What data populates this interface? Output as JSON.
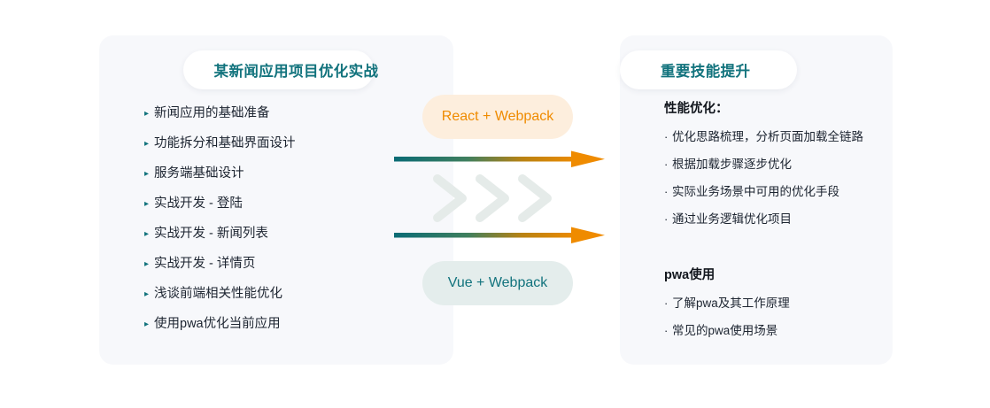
{
  "left_panel": {
    "title": "某新闻应用项目优化实战",
    "items": [
      {
        "label": "新闻应用的基础准备"
      },
      {
        "label": "功能拆分和基础界面设计"
      },
      {
        "label": "服务端基础设计"
      },
      {
        "label": "实战开发 - 登陆"
      },
      {
        "label": "实战开发 - 新闻列表"
      },
      {
        "label": "实战开发 - 详情页"
      },
      {
        "label": "浅谈前端相关性能优化"
      },
      {
        "label": "使用pwa优化当前应用"
      }
    ],
    "bullet_glyph": "▸"
  },
  "right_panel": {
    "title": "重要技能提升",
    "sections": [
      {
        "heading": "性能优化：",
        "items": [
          {
            "label": "优化思路梳理，分析页面加载全链路"
          },
          {
            "label": "根据加载步骤逐步优化"
          },
          {
            "label": "实际业务场景中可用的优化手段"
          },
          {
            "label": "通过业务逻辑优化项目"
          }
        ]
      },
      {
        "heading": "pwa使用",
        "items": [
          {
            "label": "了解pwa及其工作原理"
          },
          {
            "label": "常见的pwa使用场景"
          }
        ]
      }
    ],
    "bullet_glyph": "·"
  },
  "center": {
    "top_pill_label": "React + Webpack",
    "bottom_pill_label": "Vue + Webpack"
  },
  "colors": {
    "panel_background": "#f7f8fb",
    "teal": "#12737d",
    "orange": "#ef8b00",
    "react_pill_background": "#fdeedd",
    "vue_pill_background": "#e4edec",
    "chevron": "#e5ebe9",
    "text_dark": "#1c2430",
    "white": "#ffffff"
  }
}
